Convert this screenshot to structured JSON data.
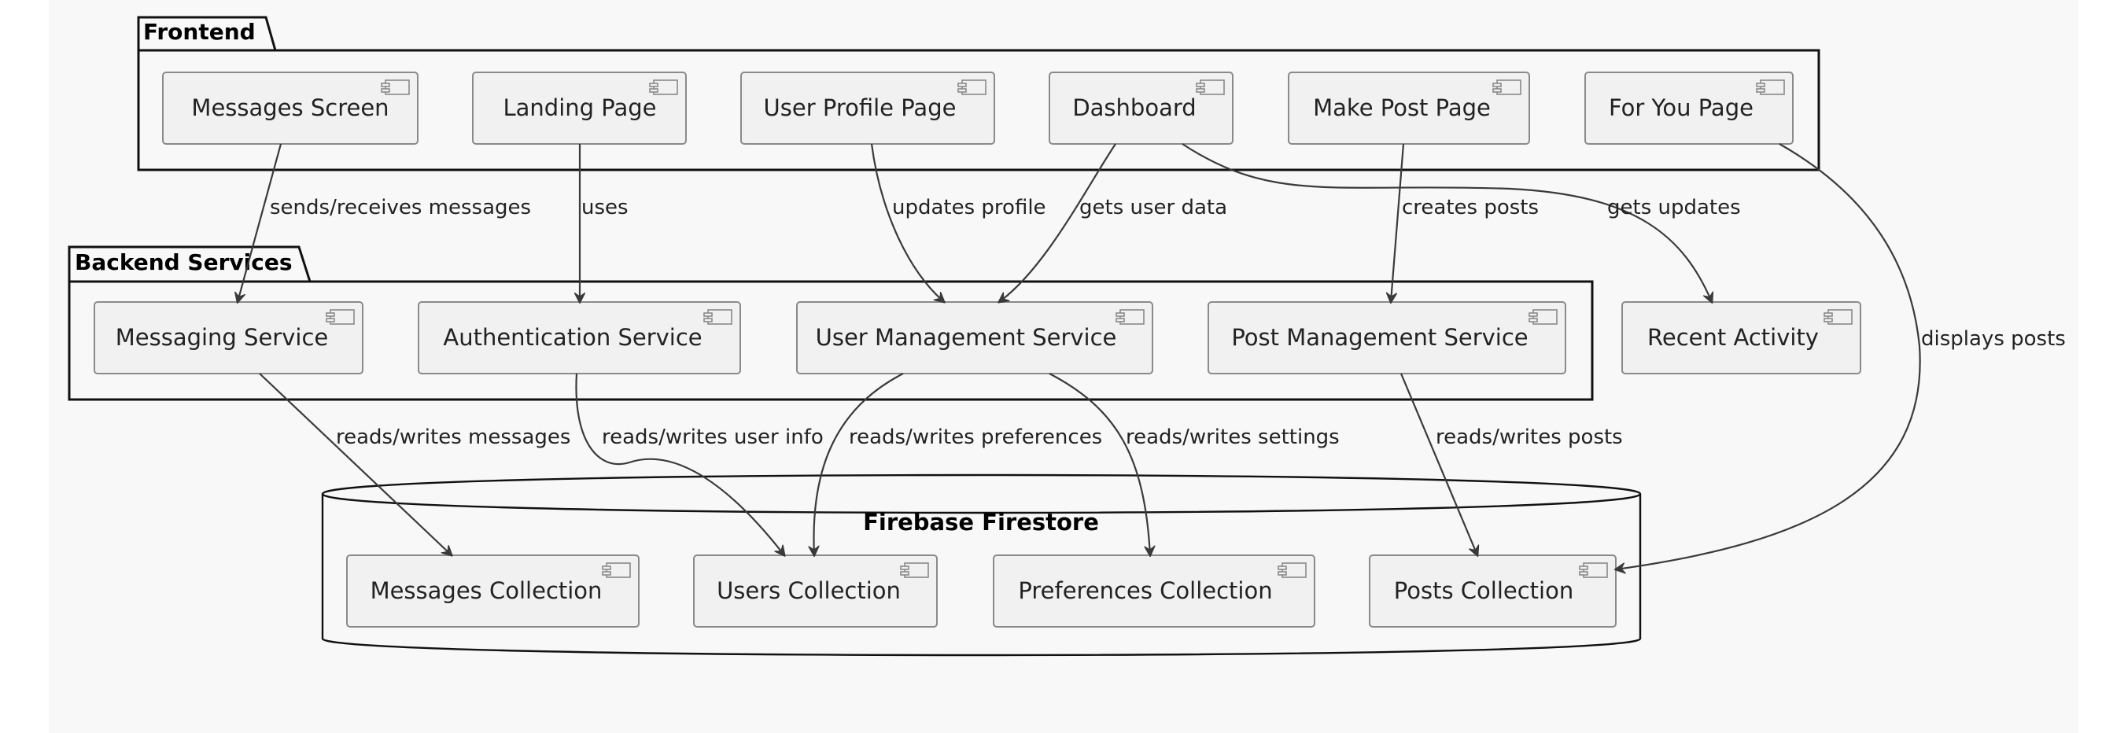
{
  "packages": {
    "frontend": "Frontend",
    "backend": "Backend Services",
    "database": "Firebase Firestore"
  },
  "components": {
    "messages_screen": "Messages Screen",
    "landing_page": "Landing Page",
    "user_profile_page": "User Profile Page",
    "dashboard": "Dashboard",
    "make_post_page": "Make Post Page",
    "for_you_page": "For You Page",
    "messaging_service": "Messaging Service",
    "authentication_service": "Authentication Service",
    "user_management_service": "User Management Service",
    "post_management_service": "Post Management Service",
    "recent_activity": "Recent Activity",
    "messages_collection": "Messages Collection",
    "users_collection": "Users Collection",
    "preferences_collection": "Preferences Collection",
    "posts_collection": "Posts Collection"
  },
  "edges": {
    "sends_receives_messages": "sends/receives messages",
    "uses": "uses",
    "updates_profile": "updates profile",
    "gets_user_data": "gets user data",
    "creates_posts": "creates posts",
    "gets_updates": "gets updates",
    "displays_posts": "displays posts",
    "rw_messages": "reads/writes messages",
    "rw_user_info": "reads/writes user info",
    "rw_preferences": "reads/writes preferences",
    "rw_settings": "reads/writes settings",
    "rw_posts": "reads/writes posts"
  },
  "colors": {
    "background": "#f8f8f8",
    "component_fill": "#f1f1f1",
    "component_border": "#8a8a8a",
    "edge": "#3a3a3a"
  }
}
